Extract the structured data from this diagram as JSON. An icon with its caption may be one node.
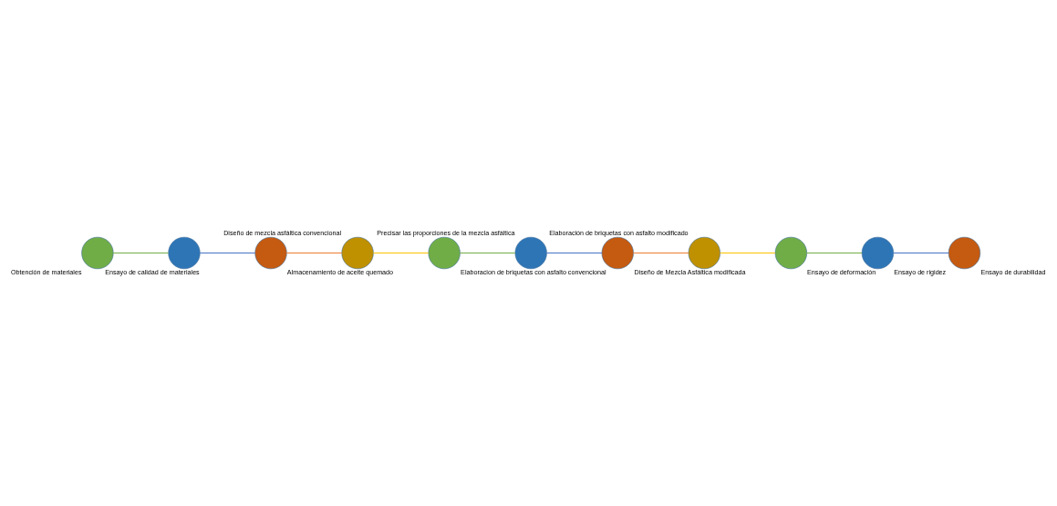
{
  "diagram": {
    "nodes": [
      {
        "text": [],
        "shape": "circle",
        "beside": [
          "Obtención de materiales"
        ]
      },
      {
        "text": [],
        "shape": "circle",
        "beside": [
          "Ensayo de calidad de materiales"
        ]
      },
      {
        "text": [],
        "shape": "circle",
        "beside": [
          "Almacenamiento de aceite quemado"
        ]
      },
      {
        "text": [],
        "shape": "circle",
        "beside": [
          "Diseño de mezcla asfáltica convencional"
        ]
      },
      {
        "text": [],
        "shape": "circle",
        "beside": [
          "Elaboracion de briquetas con asfalto convencional"
        ]
      },
      {
        "text": [],
        "shape": "circle",
        "beside": [
          "Precisar las proporciones de la mezcla asfáltica"
        ]
      },
      {
        "text": [],
        "shape": "circle",
        "beside": [
          "Diseño de Mezcla Asfáltica modificada"
        ]
      },
      {
        "text": [],
        "shape": "circle",
        "beside": [
          "Elaboración de briquetas con asfalto modificado"
        ]
      },
      {
        "text": [],
        "shape": "circle",
        "beside": [
          "Ensayo de deformación"
        ]
      },
      {
        "text": [],
        "shape": "circle",
        "beside": [
          "Ensayo de rigidez"
        ]
      },
      {
        "text": [],
        "shape": "circle",
        "beside": [
          "Ensayo de durabilidad"
        ]
      }
    ],
    "edges": [
      {
        "from": 0,
        "to": 1,
        "arrow": "none",
        "color": "#70ad47"
      },
      {
        "from": 1,
        "to": 2,
        "arrow": "none",
        "color": "#4472c4"
      },
      {
        "from": 2,
        "to": 3,
        "arrow": "none",
        "color": "#ed7d31"
      },
      {
        "from": 3,
        "to": 4,
        "arrow": "none",
        "color": "#ffc000"
      },
      {
        "from": 4,
        "to": 5,
        "arrow": "none",
        "color": "#70ad47"
      },
      {
        "from": 5,
        "to": 6,
        "arrow": "none",
        "color": "#4472c4"
      },
      {
        "from": 6,
        "to": 7,
        "arrow": "none",
        "color": "#ed7d31"
      },
      {
        "from": 7,
        "to": 8,
        "arrow": "none",
        "color": "#ffc000"
      },
      {
        "from": 8,
        "to": 9,
        "arrow": "none",
        "color": "#70ad47"
      },
      {
        "from": 9,
        "to": 10,
        "arrow": "none",
        "color": "#4472c4"
      }
    ]
  }
}
